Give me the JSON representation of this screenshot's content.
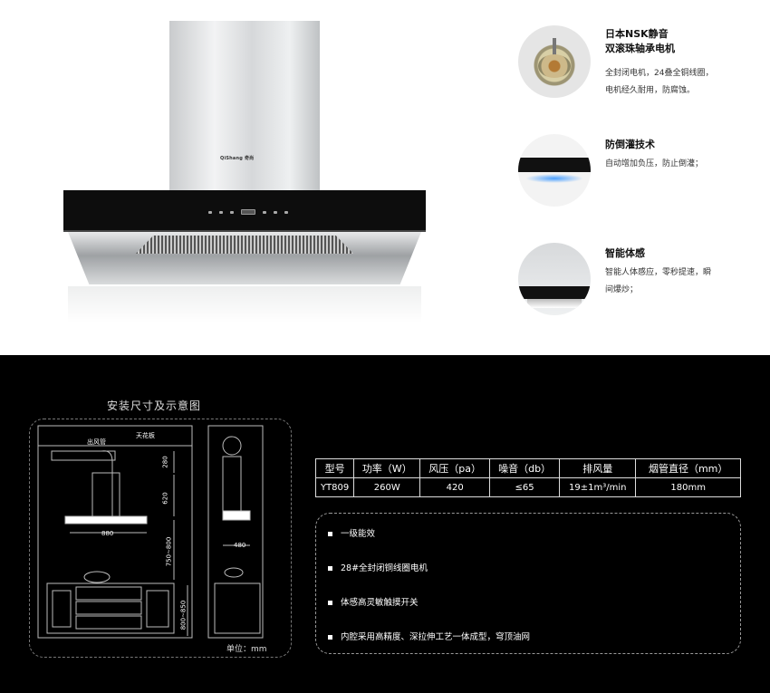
{
  "top": {
    "brand": "QiShang 奇尚",
    "features": [
      {
        "title": "日本NSK静音",
        "title2": "双滚珠轴承电机",
        "desc": [
          "全封闭电机，24叠全铜线圈，",
          "电机经久耐用，防腐蚀。"
        ],
        "icon": "motor-icon"
      },
      {
        "title": "防倒灌技术",
        "desc": [
          "自动增加负压，防止倒灌；"
        ],
        "icon": "anti-backflow-icon"
      },
      {
        "title": "智能体感",
        "desc": [
          "智能人体感应，零秒提速，瞬",
          "间爆炒；"
        ],
        "icon": "motion-sensor-icon"
      }
    ]
  },
  "diagram": {
    "title": "安装尺寸及示意图",
    "labels": {
      "outlet": "出风管",
      "ceiling": "天花板",
      "d280": "280",
      "d620": "620",
      "d880": "880",
      "d750": "750~800",
      "d480": "480",
      "d800": "800~850"
    },
    "unit": "单位：mm"
  },
  "spec": {
    "headers": [
      "型号",
      "功率（W）",
      "风压（pa）",
      "噪音（db）",
      "排风量",
      "烟管直径（mm）"
    ],
    "row": [
      "YT809",
      "260W",
      "420",
      "≤65",
      "19±1m³/min",
      "180mm"
    ]
  },
  "features_list": [
    "一级能效",
    "28#全封闭铜线圈电机",
    "体感高灵敏触摸开关",
    "内腔采用高精度、深拉伸工艺一体成型，穹顶油网"
  ]
}
